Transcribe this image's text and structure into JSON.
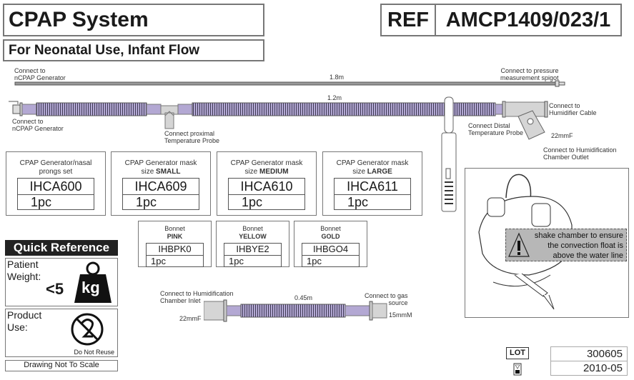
{
  "header": {
    "title": "CPAP System",
    "subtitle": "For Neonatal Use, Infant Flow",
    "ref_label": "REF",
    "ref_value": "AMCP1409/023/1"
  },
  "pressure_line": {
    "left_label": [
      "Connect to",
      "nCPAP Generator"
    ],
    "length": "1.8m",
    "right_label": [
      "Connect to pressure",
      "measurement spigot"
    ]
  },
  "main_circuit": {
    "length": "1.2m",
    "left_label": [
      "Connect to",
      "nCPAP Generator"
    ],
    "proximal_label": [
      "Connect proximal",
      "Temperature Probe"
    ],
    "distal_label": [
      "Connect Distal",
      "Temperature Probe"
    ],
    "humidifier_cable_label": [
      "Connect to",
      "Humidifier Cable"
    ],
    "outlet_size": "22mmF",
    "outlet_label": [
      "Connect to Humidification",
      "Chamber Outlet"
    ],
    "hose_color": "#a99cc7"
  },
  "parts": [
    {
      "desc_line1": "CPAP Generator/nasal",
      "desc_line2": "prongs set",
      "desc_bold": "",
      "code": "IHCA600",
      "qty": "1pc"
    },
    {
      "desc_line1": "CPAP Generator mask",
      "desc_line2": "size ",
      "desc_bold": "SMALL",
      "code": "IHCA609",
      "qty": "1pc"
    },
    {
      "desc_line1": "CPAP Generator mask",
      "desc_line2": "size ",
      "desc_bold": "MEDIUM",
      "code": "IHCA610",
      "qty": "1pc"
    },
    {
      "desc_line1": "CPAP Generator mask",
      "desc_line2": "size ",
      "desc_bold": "LARGE",
      "code": "IHCA611",
      "qty": "1pc"
    }
  ],
  "bonnets": [
    {
      "label": "Bonnet",
      "color": "PINK",
      "code": "IHBPK0",
      "qty": "1pc"
    },
    {
      "label": "Bonnet",
      "color": "YELLOW",
      "code": "IHBYE2",
      "qty": "1pc"
    },
    {
      "label": "Bonnet",
      "color": "GOLD",
      "code": "IHBGO4",
      "qty": "1pc"
    }
  ],
  "quick_reference": {
    "title": "Quick Reference",
    "weight_label": [
      "Patient",
      "Weight:"
    ],
    "weight_value": "<5",
    "weight_unit": "kg",
    "use_label": [
      "Product",
      "Use:"
    ],
    "use_symbol_caption": "Do Not Reuse",
    "note": "Drawing Not To Scale"
  },
  "inlet_tube": {
    "left_label": [
      "Connect to Humidification",
      "Chamber Inlet"
    ],
    "left_size": "22mmF",
    "length": "0.45m",
    "right_label": [
      "Connect to gas",
      "source"
    ],
    "right_size": "15mmM"
  },
  "chamber_warning": [
    "shake chamber to ensure",
    "the convection float is",
    "above the water line"
  ],
  "lot": {
    "lot_symbol": "LOT",
    "lot_number": "300605",
    "expiry_symbol": "hourglass-icon",
    "expiry_date": "2010-05"
  }
}
